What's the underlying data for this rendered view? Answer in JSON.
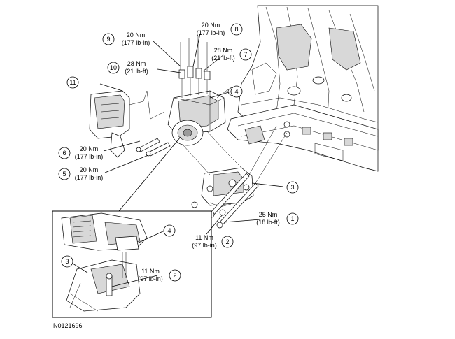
{
  "figure_id": "N0121696",
  "callouts": {
    "c1": {
      "number": "1",
      "torque_nm": "25 Nm",
      "torque_imp": "(18 lb-ft)"
    },
    "c2": {
      "number": "2",
      "torque_nm": "11 Nm",
      "torque_imp": "(97 lb-in)"
    },
    "c3": {
      "number": "3"
    },
    "c4": {
      "number": "4"
    },
    "c5": {
      "number": "5",
      "torque_nm": "20 Nm",
      "torque_imp": "(177 lb-in)"
    },
    "c6": {
      "number": "6",
      "torque_nm": "20 Nm",
      "torque_imp": "(177 lb-in)"
    },
    "c7": {
      "number": "7",
      "torque_nm": "28 Nm",
      "torque_imp": "(21 lb-ft)"
    },
    "c8": {
      "number": "8",
      "torque_nm": "20 Nm",
      "torque_imp": "(177 lb-in)"
    },
    "c9": {
      "number": "9",
      "torque_nm": "20 Nm",
      "torque_imp": "(177 lb-in)"
    },
    "c10": {
      "number": "10",
      "torque_nm": "28 Nm",
      "torque_imp": "(21 lb-ft)"
    },
    "c11": {
      "number": "11"
    }
  },
  "inset": {
    "c2": {
      "number": "2",
      "torque_nm": "11 Nm",
      "torque_imp": "(97 lb-in)"
    },
    "c3": {
      "number": "3"
    },
    "c4": {
      "number": "4"
    }
  }
}
